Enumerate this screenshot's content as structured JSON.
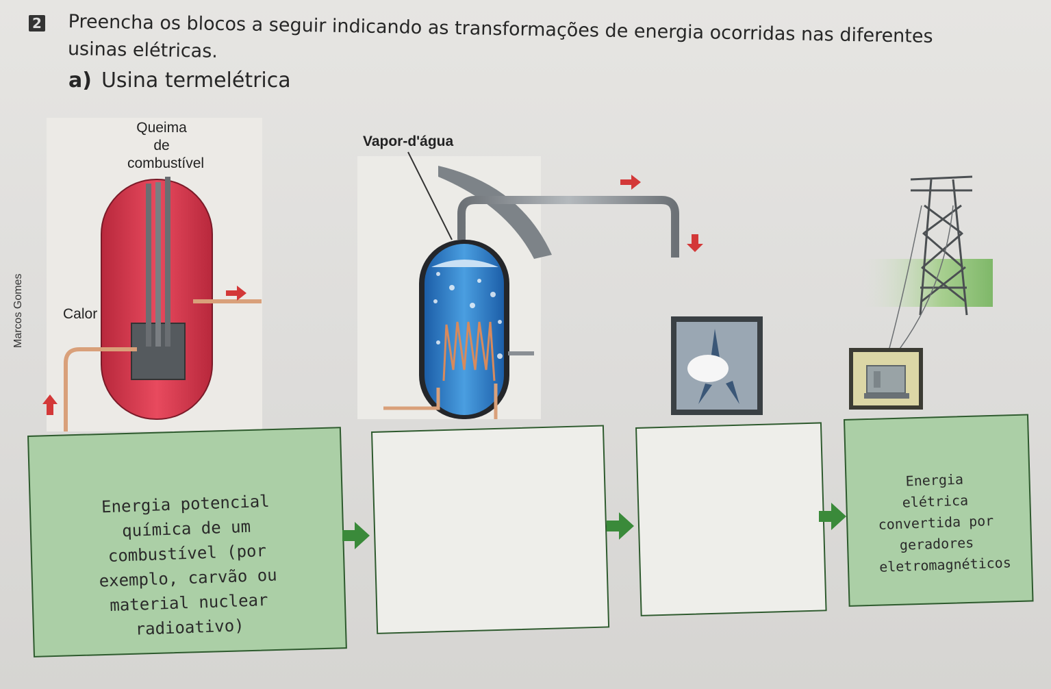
{
  "question": {
    "number": "2",
    "text": "Preencha os blocos a seguir indicando as transformações de energia ocorridas nas diferentes usinas elétricas."
  },
  "subsection": {
    "letter": "a)",
    "title": "Usina termelétrica"
  },
  "illustration": {
    "labels": {
      "fuel_burning": "Queima de combustível",
      "heat": "Calor",
      "steam": "Vapor-d'água"
    },
    "credit": "Marcos Gomes",
    "colors": {
      "reactor": "#d8344a",
      "water": "#2f7fc8",
      "arrow_red": "#d33838",
      "arrow_green": "#3a8a3a",
      "box_green": "#abcfa6"
    }
  },
  "blocks": [
    {
      "text": "Energia potencial química de um combustível (por exemplo, carvão ou material nuclear radioativo)",
      "filled": true
    },
    {
      "text": "",
      "filled": false
    },
    {
      "text": "",
      "filled": false
    },
    {
      "text": "Energia elétrica convertida por geradores eletromagnéticos",
      "filled": true
    }
  ]
}
